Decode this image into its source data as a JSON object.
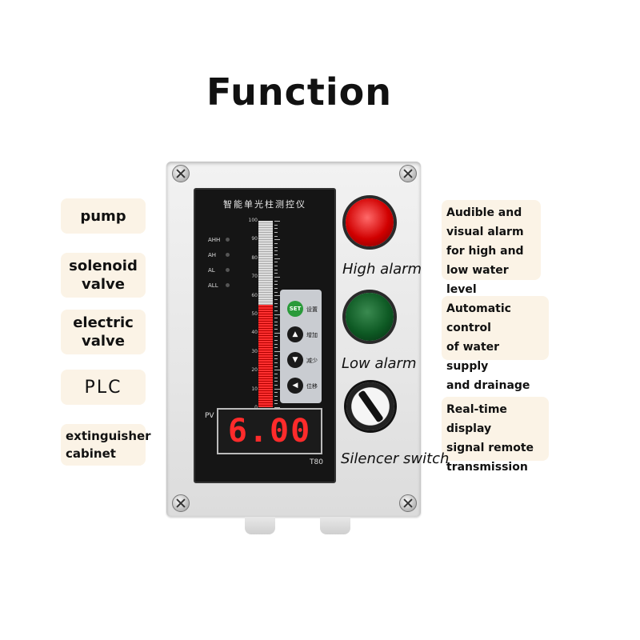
{
  "title": "Function",
  "left_tags": [
    "pump",
    "solenoid\nvalve",
    "electric\nvalve",
    "PLC",
    "extinguisher\ncabinet"
  ],
  "right_notes": [
    "Audible and\nvisual alarm\nfor high and\nlow water level",
    "Automatic control\nof water supply\nand drainage",
    "Real-time display\nsignal remote\ntransmission"
  ],
  "captions": {
    "high": "High alarm",
    "low": "Low alarm",
    "silencer": "Silencer switch"
  },
  "instrument": {
    "title": "智能单光柱测控仪",
    "alarms": [
      "AHH",
      "AH",
      "AL",
      "ALL"
    ],
    "scale": [
      "100",
      "90",
      "80",
      "70",
      "60",
      "50",
      "40",
      "30",
      "20",
      "10",
      "0"
    ],
    "bar_level_percent": 55,
    "keys": [
      {
        "symbol": "SET",
        "label": "设置"
      },
      {
        "symbol": "▲",
        "label": "增加"
      },
      {
        "symbol": "▼",
        "label": "减少"
      },
      {
        "symbol": "◀",
        "label": "位移"
      }
    ],
    "pv_label": "PV",
    "display_value": "6.00",
    "model": "T80"
  },
  "colors": {
    "tag_bg": "#fbf3e6",
    "display_red": "#ff2b2b",
    "bar_red": "#ff3030"
  }
}
